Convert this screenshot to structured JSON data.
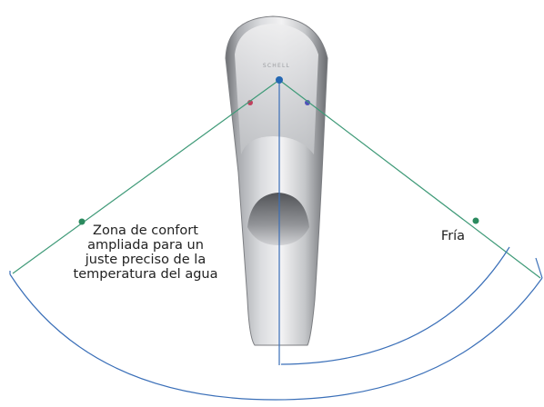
{
  "brand": {
    "name": "SCHELL"
  },
  "labels": {
    "comfort_zone": [
      "Zona de confort",
      "ampliada para un",
      "juste preciso de la",
      "temperatura del agua"
    ],
    "cold": "Fría"
  },
  "colors": {
    "line": "#3f9a78",
    "point": "#2b8a5e",
    "arc": "#3a6fb8",
    "pivot": "#2467b3",
    "hot_indicator": "#c0405e",
    "cold_indicator": "#5052b8",
    "text": "#222222"
  }
}
